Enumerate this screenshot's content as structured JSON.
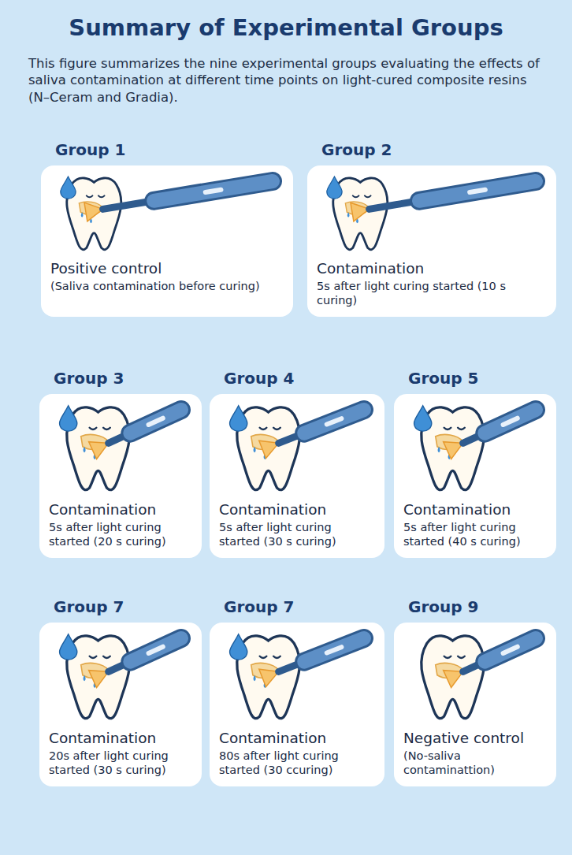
{
  "diagram": {
    "title": "Summary of Experimental Groups",
    "caption": "This figure summarizes the nine experimental groups evaluating the effects of saliva contamination at different time points on light-cured composite resins (N–Ceram and Gradia).",
    "nodes": [
      {
        "text": [
          "Group 1",
          "Positive control",
          "(Saliva contamination before curing)"
        ]
      },
      {
        "text": [
          "Group 2",
          "Contamination",
          "5s after light curing started (10 s curing)"
        ]
      },
      {
        "text": [
          "Group 3",
          "Contamination",
          "5s after light curing started (20 s curing)"
        ]
      },
      {
        "text": [
          "Group 4",
          "Contamination",
          "5s after light curing started (30 s curing)"
        ]
      },
      {
        "text": [
          "Group 5",
          "Contamination",
          "5s after light curing started (40 s curing)"
        ]
      },
      {
        "text": [
          "Group 7",
          "Contamination",
          "20s after light curing started (30 s curing)"
        ]
      },
      {
        "text": [
          "Group 7",
          "Contamination",
          "80s after light curing started (30 ccuring)"
        ]
      },
      {
        "text": [
          "Group 9",
          "Negative control",
          "(No-saliva contaminattion)"
        ]
      }
    ]
  }
}
